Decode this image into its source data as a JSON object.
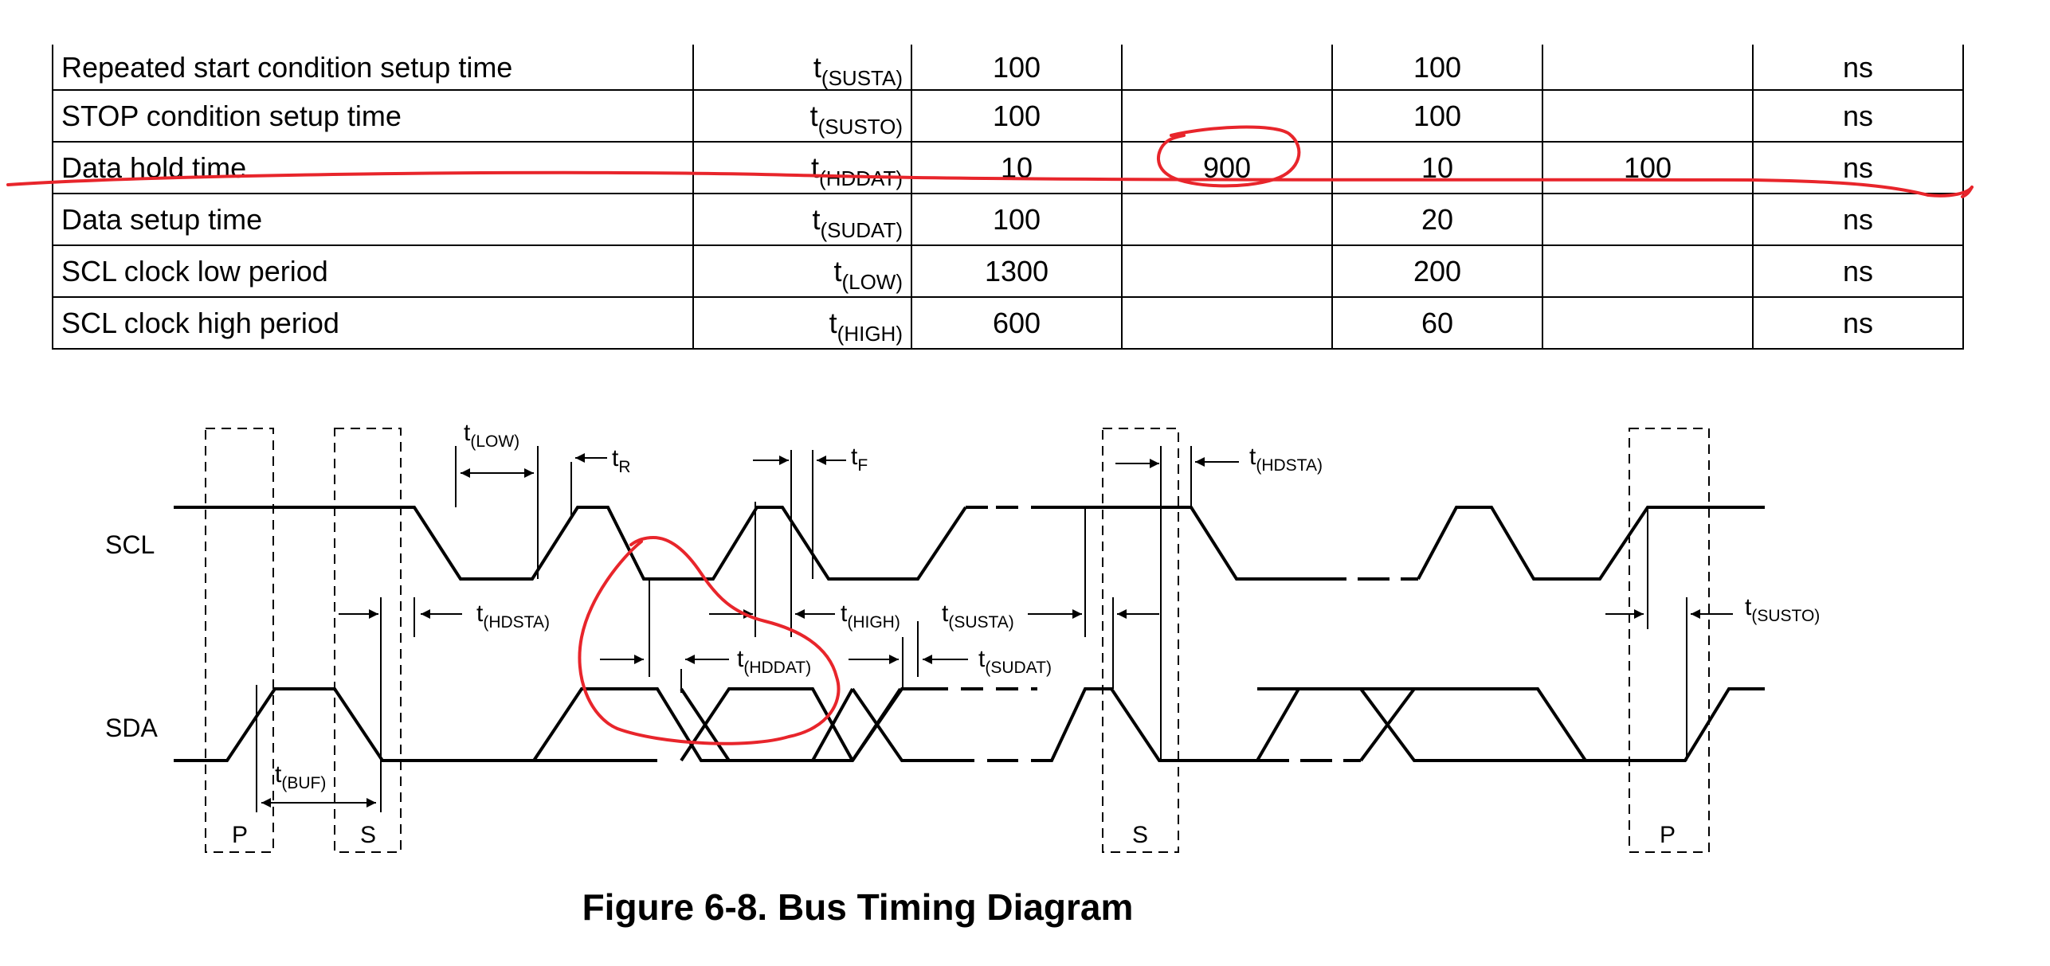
{
  "table": {
    "rows": [
      {
        "param": "Repeated start condition setup time",
        "sym": "t",
        "sub": "(SUSTA)",
        "v1": "100",
        "v2": "",
        "v3": "100",
        "v4": "",
        "unit": "ns"
      },
      {
        "param": "STOP condition setup time",
        "sym": "t",
        "sub": "(SUSTO)",
        "v1": "100",
        "v2": "",
        "v3": "100",
        "v4": "",
        "unit": "ns"
      },
      {
        "param": "Data hold time",
        "sym": "t",
        "sub": "(HDDAT)",
        "v1": "10",
        "v2": "900",
        "v3": "10",
        "v4": "100",
        "unit": "ns"
      },
      {
        "param": "Data setup time",
        "sym": "t",
        "sub": "(SUDAT)",
        "v1": "100",
        "v2": "",
        "v3": "20",
        "v4": "",
        "unit": "ns"
      },
      {
        "param": "SCL clock low period",
        "sym": "t",
        "sub": "(LOW)",
        "v1": "1300",
        "v2": "",
        "v3": "200",
        "v4": "",
        "unit": "ns"
      },
      {
        "param": "SCL clock high period",
        "sym": "t",
        "sub": "(HIGH)",
        "v1": "600",
        "v2": "",
        "v3": "60",
        "v4": "",
        "unit": "ns"
      }
    ]
  },
  "diagram": {
    "signals": {
      "scl": "SCL",
      "sda": "SDA"
    },
    "conditions": {
      "p1": "P",
      "s1": "S",
      "s2": "S",
      "p2": "P"
    },
    "labels": {
      "t": "t",
      "low": "(LOW)",
      "r": "R",
      "f": "F",
      "hdsta_top": "(HDSTA)",
      "hdsta_left": "(HDSTA)",
      "high": "(HIGH)",
      "susta": "(SUSTA)",
      "susto": "(SUSTO)",
      "hddat": "(HDDAT)",
      "sudat": "(SUDAT)",
      "buf": "(BUF)"
    }
  },
  "caption": "Figure 6-8. Bus Timing Diagram",
  "annotation": {
    "color": "#e8252b",
    "marks": [
      "underline-row-data-hold-time",
      "circle-900",
      "circle-hddat"
    ]
  }
}
